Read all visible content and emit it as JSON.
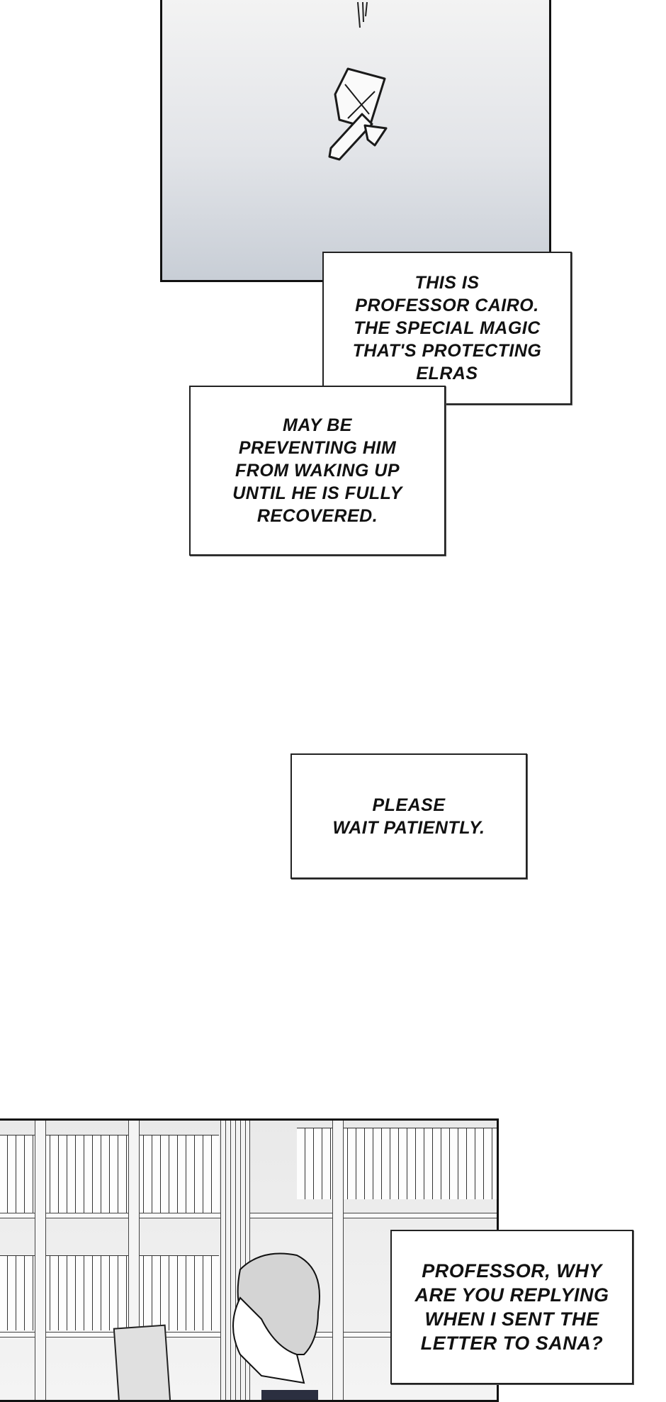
{
  "panels": [
    {
      "description_icon": "falling-letter-icon"
    },
    {
      "description_icon": "library-bookshelves-icon"
    }
  ],
  "captions": [
    {
      "lines": [
        "THIS IS",
        "PROFESSOR CAIRO.",
        "THE SPECIAL MAGIC",
        "THAT'S PROTECTING",
        "ELRAS"
      ]
    },
    {
      "lines": [
        "MAY BE",
        "PREVENTING HIM",
        "FROM WAKING UP",
        "UNTIL HE IS FULLY",
        "RECOVERED."
      ]
    },
    {
      "lines": [
        "PLEASE",
        "WAIT PATIENTLY."
      ]
    },
    {
      "lines": [
        "PROFESSOR, WHY",
        "ARE YOU REPLYING",
        "WHEN I SENT THE",
        "LETTER TO SANA?"
      ]
    }
  ]
}
